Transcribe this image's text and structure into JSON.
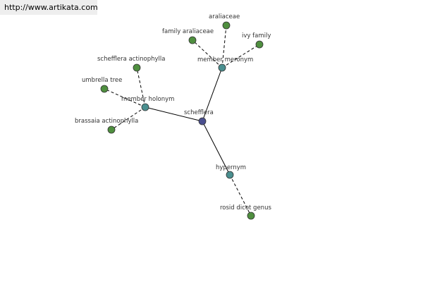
{
  "source_url": "http://www.artikata.com",
  "colors": {
    "center": "#4a4f8f",
    "relation": "#4a8f8f",
    "term": "#4f8f3f",
    "banner_bg": "#eeeeee"
  },
  "nodes": [
    {
      "id": "schefflera",
      "label": "schefflera",
      "kind": "center"
    },
    {
      "id": "member-meronym",
      "label": "member meronym",
      "kind": "relation"
    },
    {
      "id": "member-holonym",
      "label": "member holonym",
      "kind": "relation"
    },
    {
      "id": "hypernym",
      "label": "hypernym",
      "kind": "relation"
    },
    {
      "id": "araliaceae",
      "label": "araliaceae",
      "kind": "term"
    },
    {
      "id": "family-araliaceae",
      "label": "family araliaceae",
      "kind": "term"
    },
    {
      "id": "ivy-family",
      "label": "ivy family",
      "kind": "term"
    },
    {
      "id": "schefflera-actinophylla",
      "label": "schefflera actinophylla",
      "kind": "term"
    },
    {
      "id": "umbrella-tree",
      "label": "umbrella tree",
      "kind": "term"
    },
    {
      "id": "brassaia-actinophylla",
      "label": "brassaia actinophylla",
      "kind": "term"
    },
    {
      "id": "rosid-dicot-genus",
      "label": "rosid dicot genus",
      "kind": "term"
    }
  ],
  "edges": [
    {
      "from": "schefflera",
      "to": "member-meronym",
      "style": "solid"
    },
    {
      "from": "schefflera",
      "to": "member-holonym",
      "style": "solid"
    },
    {
      "from": "schefflera",
      "to": "hypernym",
      "style": "solid"
    },
    {
      "from": "member-meronym",
      "to": "araliaceae",
      "style": "dashed"
    },
    {
      "from": "member-meronym",
      "to": "family-araliaceae",
      "style": "dashed"
    },
    {
      "from": "member-meronym",
      "to": "ivy-family",
      "style": "dashed"
    },
    {
      "from": "member-holonym",
      "to": "schefflera-actinophylla",
      "style": "dashed"
    },
    {
      "from": "member-holonym",
      "to": "umbrella-tree",
      "style": "dashed"
    },
    {
      "from": "member-holonym",
      "to": "brassaia-actinophylla",
      "style": "dashed"
    },
    {
      "from": "hypernym",
      "to": "rosid-dicot-genus",
      "style": "dashed"
    }
  ]
}
